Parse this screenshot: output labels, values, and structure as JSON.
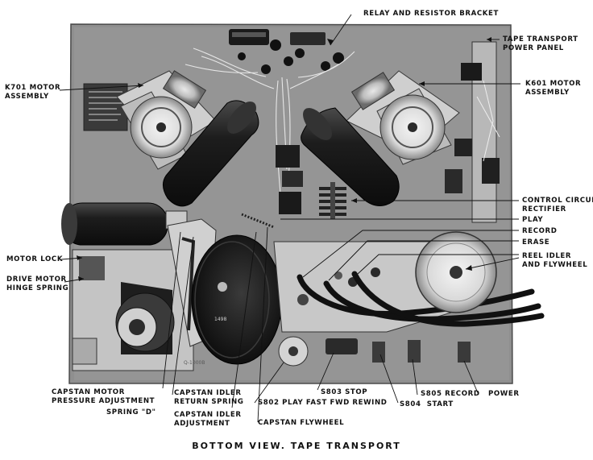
{
  "caption": "BOTTOM VIEW. TAPE TRANSPORT",
  "labels": {
    "relay_bracket": "RELAY AND RESISTOR BRACKET",
    "power_panel": "TAPE TRANSPORT\nPOWER PANEL",
    "k701": "K701 MOTOR\nASSEMBLY",
    "k601": "K601 MOTOR\nASSEMBLY",
    "rectifier": "CONTROL CIRCUIT\nRECTIFIER",
    "play": "PLAY",
    "record": "RECORD",
    "erase": "ERASE",
    "reel_idler": "REEL IDLER\nAND FLYWHEEL",
    "motor_lock": "MOTOR LOCK",
    "drive_motor": "DRIVE MOTOR\nHINGE SPRING",
    "capstan_motor": "CAPSTAN MOTOR\nPRESSURE ADJUSTMENT",
    "spring_d": "SPRING \"D\"",
    "idler_return": "CAPSTAN IDLER\nRETURN SPRING",
    "idler_adjust": "CAPSTAN IDLER\nADJUSTMENT",
    "flywheel": "CAPSTAN FLYWHEEL",
    "s803": "S803 STOP",
    "s802": "S802 PLAY FAST FWD REWIND",
    "s804": "S804  START",
    "s805": "S805 RECORD",
    "power": "POWER"
  },
  "part_markings": {
    "flywheel_number": "1498",
    "motor_tag": "Q-1000B"
  }
}
